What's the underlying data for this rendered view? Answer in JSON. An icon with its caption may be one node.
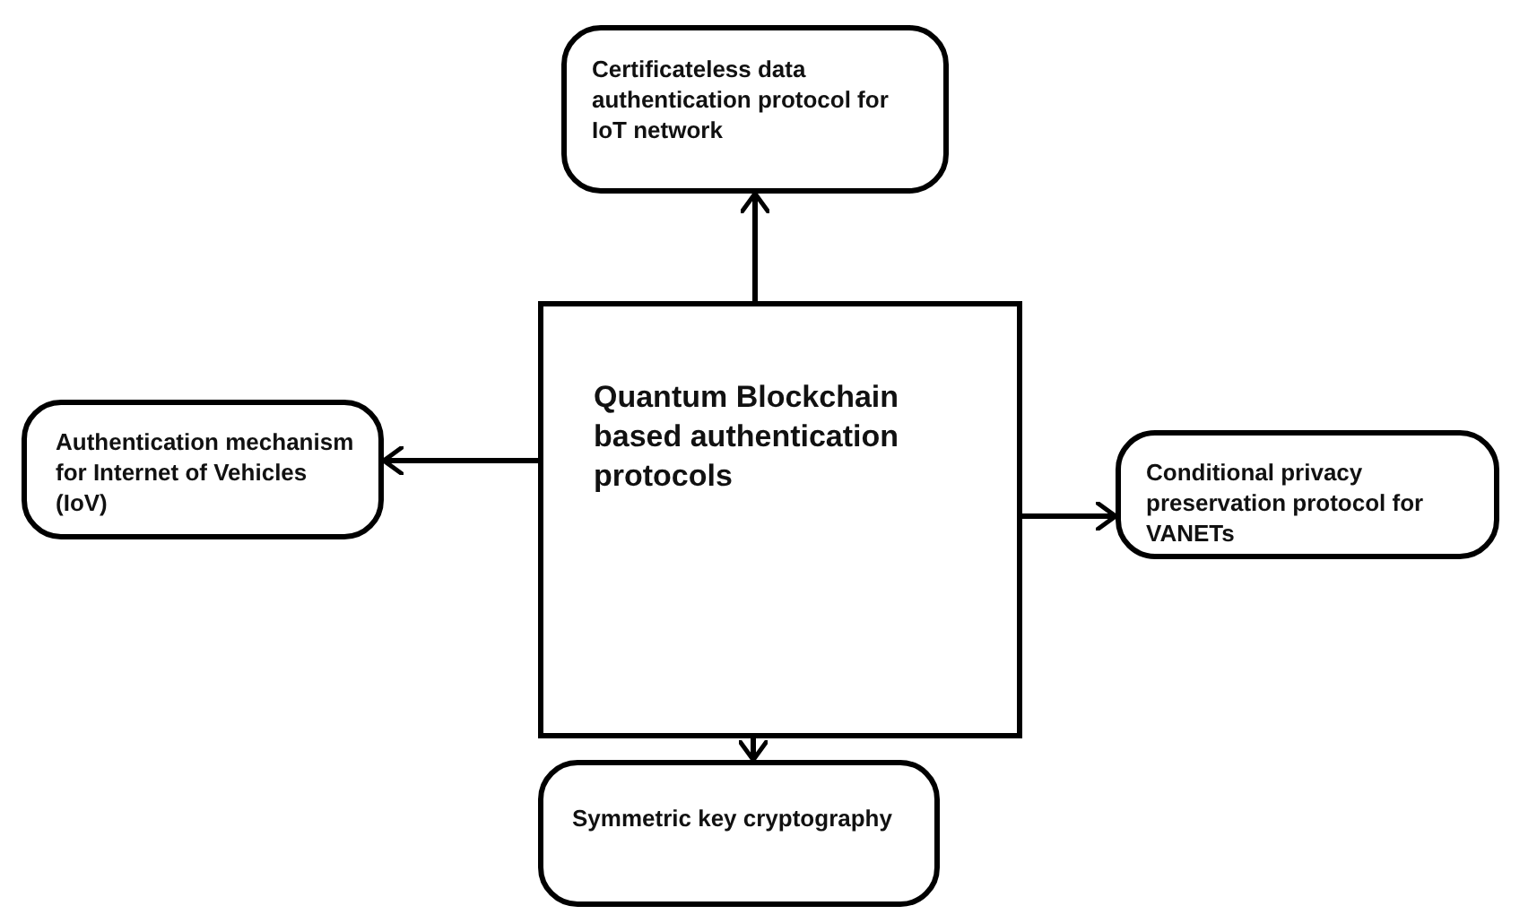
{
  "diagram": {
    "nodes": [
      {
        "text": [
          "Quantum Blockchain based authentication protocols"
        ]
      },
      {
        "text": [
          "Certificateless data authentication protocol for IoT network"
        ]
      },
      {
        "text": [
          "Authentication mechanism for Internet of Vehicles (IoV)"
        ]
      },
      {
        "text": [
          "Conditional privacy preservation protocol for VANETs"
        ]
      },
      {
        "text": [
          "Symmetric key cryptography"
        ]
      }
    ],
    "edges": [
      {
        "from": 0,
        "to": 1,
        "arrow": "to"
      },
      {
        "from": 0,
        "to": 2,
        "arrow": "to"
      },
      {
        "from": 0,
        "to": 3,
        "arrow": "to"
      },
      {
        "from": 0,
        "to": 4,
        "arrow": "to"
      }
    ]
  }
}
